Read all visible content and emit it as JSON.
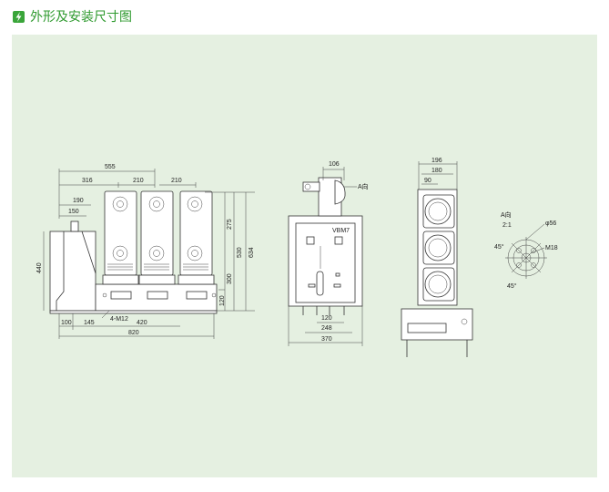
{
  "header": {
    "title": "外形及安装尺寸图",
    "icon": "lightning-bolt-icon",
    "accent": "#3aa53a"
  },
  "front_view": {
    "dims": {
      "d555": "555",
      "d316": "316",
      "d210a": "210",
      "d210b": "210",
      "d190": "190",
      "d150": "150",
      "d440": "440",
      "d275": "275",
      "d530": "530",
      "d634": "634",
      "d300": "300",
      "d120": "120",
      "d100": "100",
      "d145": "145",
      "d420": "420",
      "d820": "820"
    },
    "hole_label": "4-M12"
  },
  "side_view": {
    "dims": {
      "d106": "106",
      "d120": "120",
      "d248": "248",
      "d370": "370"
    },
    "direction_label": "A向",
    "model_label": "VBM7"
  },
  "top_view": {
    "dims": {
      "d196": "196",
      "d180": "180",
      "d90": "90"
    }
  },
  "detail_view": {
    "title": "A向",
    "scale": "2:1",
    "dims": {
      "phi56": "φ56",
      "m18": "M18",
      "a45a": "45°",
      "a45b": "45°"
    }
  }
}
